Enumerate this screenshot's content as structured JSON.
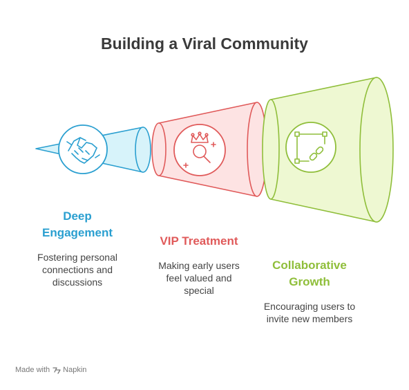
{
  "title": "Building a Viral Community",
  "stages": [
    {
      "heading": "Deep Engagement",
      "description": "Fostering personal connections and discussions",
      "color": "#2a9fd0",
      "fill": "#d7f3fa",
      "icon": "handshake-icon"
    },
    {
      "heading": "VIP Treatment",
      "description": "Making early users feel valued and special",
      "color": "#e05a5a",
      "fill": "#fde3e3",
      "icon": "crown-person-icon"
    },
    {
      "heading": "Collaborative Growth",
      "description": "Encouraging users to invite new members",
      "color": "#8fbe3a",
      "fill": "#eef8d2",
      "icon": "linked-nodes-icon"
    }
  ],
  "footer": {
    "made_with": "Made with",
    "brand": "Napkin"
  }
}
